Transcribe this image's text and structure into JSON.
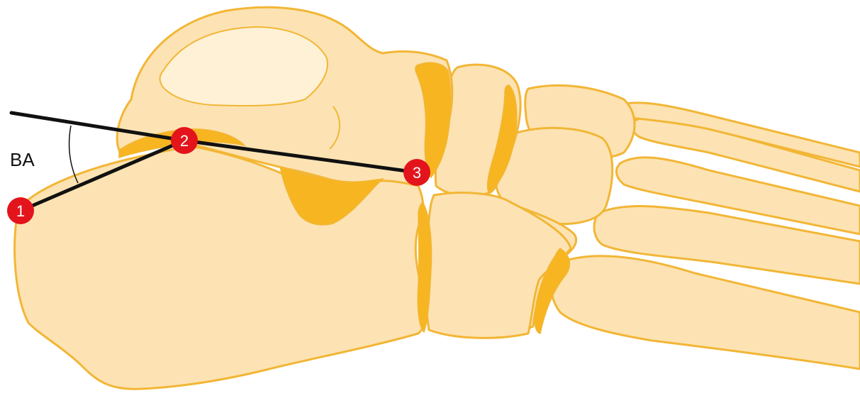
{
  "colors": {
    "bone_fill": "#fde3b3",
    "bone_outline": "#f2b636",
    "cartilage": "#f7b521",
    "marker_fill": "#e3141c",
    "line_color": "#111111",
    "background": "#ffffff"
  },
  "diagram": {
    "angle_label": "BA",
    "markers": [
      {
        "label": "1"
      },
      {
        "label": "2"
      },
      {
        "label": "3"
      }
    ]
  }
}
